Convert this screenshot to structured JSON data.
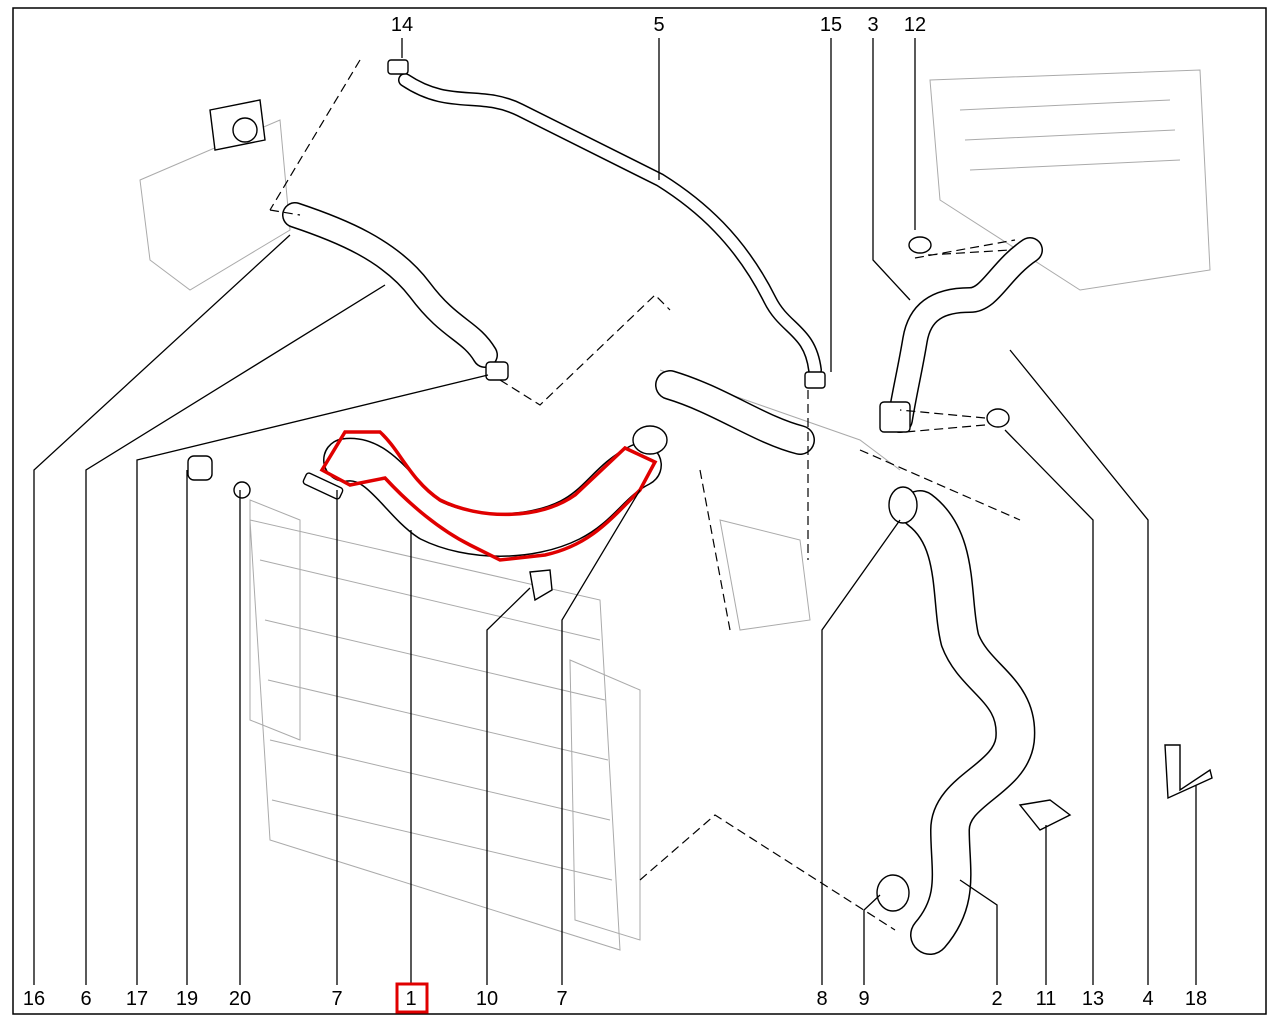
{
  "diagram": {
    "highlight_color": "#e00000",
    "top_labels": [
      "14",
      "5",
      "15",
      "3",
      "12"
    ],
    "bottom_labels": [
      "16",
      "6",
      "17",
      "19",
      "20",
      "7",
      "1",
      "10",
      "7",
      "8",
      "9",
      "2",
      "11",
      "13",
      "4",
      "18"
    ],
    "selected_part": "1"
  }
}
